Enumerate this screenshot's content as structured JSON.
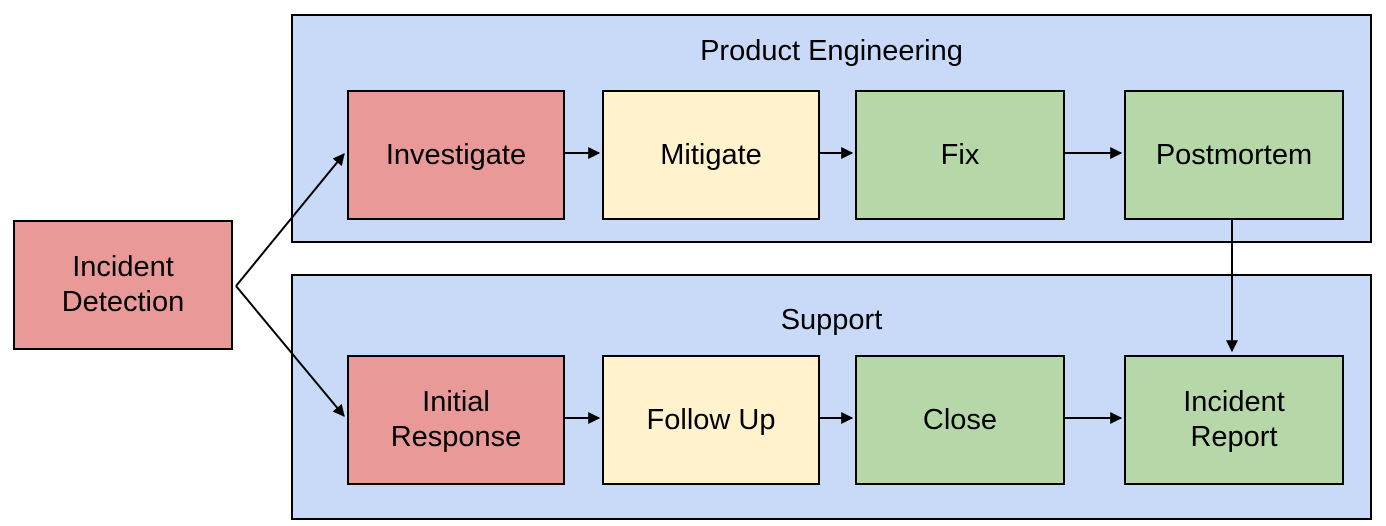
{
  "diagram": {
    "type": "flowchart",
    "background": "#ffffff",
    "colors": {
      "red": "#ea9999",
      "yellow": "#fff2cc",
      "green": "#b6d7a8",
      "container": "#c9daf8",
      "border": "#000000",
      "text": "#000000"
    },
    "start_node": {
      "id": "incident-detection",
      "label": "Incident Detection",
      "color": "red"
    },
    "groups": [
      {
        "id": "product-engineering",
        "title": "Product Engineering",
        "nodes": [
          {
            "id": "investigate",
            "label": "Investigate",
            "color": "red"
          },
          {
            "id": "mitigate",
            "label": "Mitigate",
            "color": "yellow"
          },
          {
            "id": "fix",
            "label": "Fix",
            "color": "green"
          },
          {
            "id": "postmortem",
            "label": "Postmortem",
            "color": "green"
          }
        ]
      },
      {
        "id": "support",
        "title": "Support",
        "nodes": [
          {
            "id": "initial-response",
            "label": "Initial Response",
            "color": "red"
          },
          {
            "id": "follow-up",
            "label": "Follow Up",
            "color": "yellow"
          },
          {
            "id": "close",
            "label": "Close",
            "color": "green"
          },
          {
            "id": "incident-report",
            "label": "Incident Report",
            "color": "green"
          }
        ]
      }
    ],
    "edges": [
      {
        "from": "incident-detection",
        "to": "investigate"
      },
      {
        "from": "incident-detection",
        "to": "initial-response"
      },
      {
        "from": "investigate",
        "to": "mitigate"
      },
      {
        "from": "mitigate",
        "to": "fix"
      },
      {
        "from": "fix",
        "to": "postmortem"
      },
      {
        "from": "postmortem",
        "to": "incident-report"
      },
      {
        "from": "initial-response",
        "to": "follow-up"
      },
      {
        "from": "follow-up",
        "to": "close"
      },
      {
        "from": "close",
        "to": "incident-report"
      }
    ]
  }
}
